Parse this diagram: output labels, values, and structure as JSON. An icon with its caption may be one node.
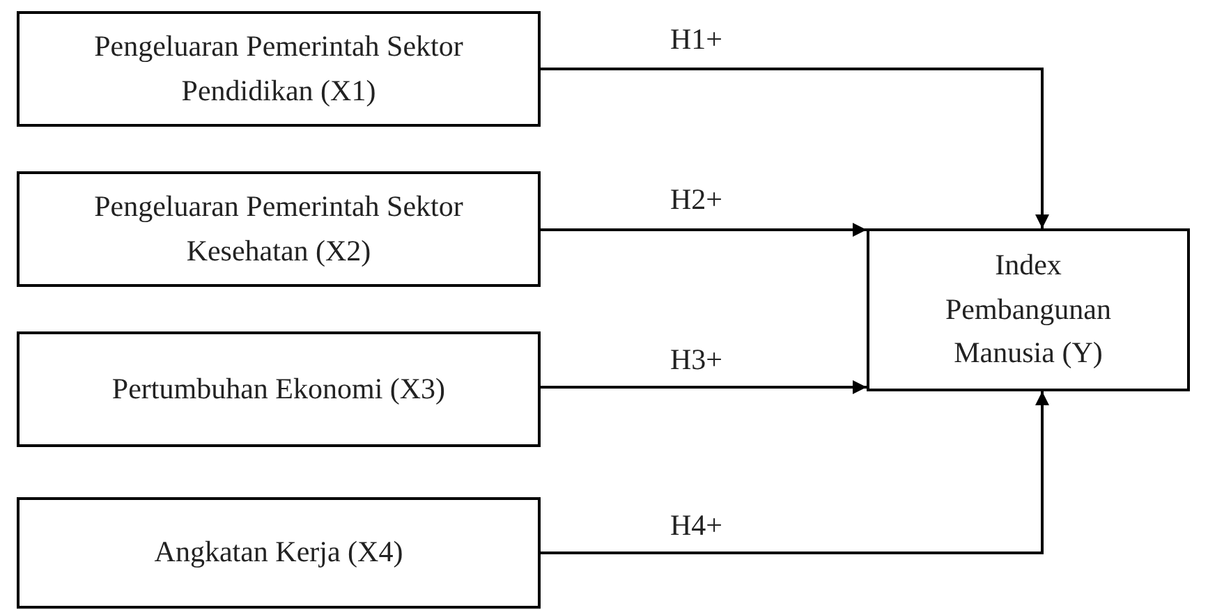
{
  "diagram": {
    "nodes": [
      {
        "text": [
          "Pengeluaran Pemerintah Sektor Pendidikan (X1)"
        ]
      },
      {
        "text": [
          "Pengeluaran Pemerintah Sektor Kesehatan (X2)"
        ]
      },
      {
        "text": [
          "Pertumbuhan Ekonomi (X3)"
        ]
      },
      {
        "text": [
          "Angkatan Kerja (X4)"
        ]
      },
      {
        "text": [
          "Index Pembangunan Manusia (Y)"
        ]
      }
    ],
    "edges": [
      {
        "from": 0,
        "to": 4,
        "arrow": "to",
        "label": "H1+"
      },
      {
        "from": 1,
        "to": 4,
        "arrow": "to",
        "label": "H2+"
      },
      {
        "from": 2,
        "to": 4,
        "arrow": "to",
        "label": "H3+"
      },
      {
        "from": 3,
        "to": 4,
        "arrow": "to",
        "label": "H4+"
      }
    ]
  }
}
